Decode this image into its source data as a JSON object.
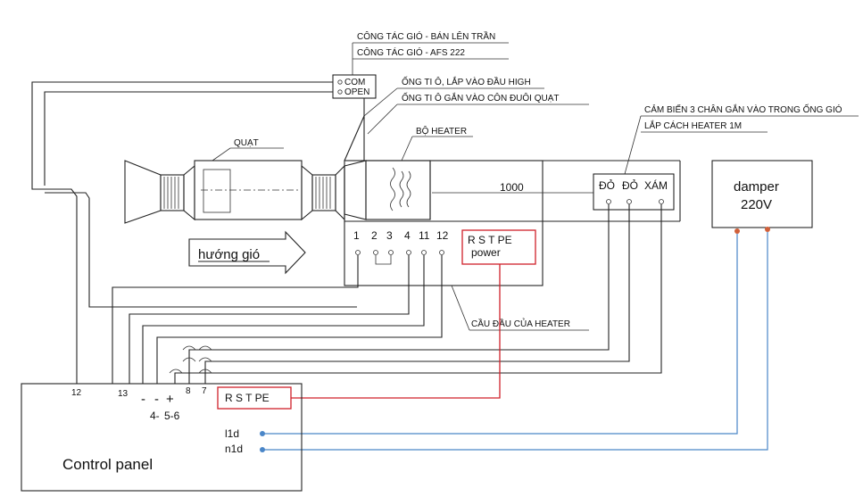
{
  "labels": {
    "cong_tac_ban": "CÔNG TÁC GIÓ - BÁN LÊN TRẦN",
    "cong_tac_afs": "CÔNG TÁC GIÓ - AFS 222",
    "com": "COM",
    "open": "OPEN",
    "ong_ti_o_high": "ỐNG TI Ô, LẮP VÀO ĐẦU HIGH",
    "ong_ti_o_con": "ỐNG TI Ô GẮN VÀO CÔN ĐUÔI QUẠT",
    "quat": "QUẠT",
    "bo_heater": "BỘ HEATER",
    "cam_bien_1": "CẢM BIẾN 3 CHÂN GẮN VÀO TRONG ỐNG GIÓ",
    "cam_bien_2": "LẮP CÁCH HEATER 1M",
    "distance": "1000",
    "do1": "ĐỎ",
    "do2": "ĐỎ",
    "xam": "XÁM",
    "damper_1": "damper",
    "damper_2": "220V",
    "huong_gio": "hướng gió",
    "rstpe_power_1": "R S T PE",
    "rstpe_power_2": "power",
    "cau_dau": "CẦU ĐẦU CỦA HEATER",
    "panel_rstpe": "R S T PE",
    "control_panel": "Control panel",
    "l1d": "l1d",
    "n1d": "n1d",
    "minus1": "-",
    "minus2": "-",
    "plus": "+",
    "t4": "4-",
    "t56": "5-6",
    "t12": "12",
    "t13": "13",
    "t8": "8",
    "t7": "7"
  },
  "heater_terminals": [
    "1",
    "2",
    "3",
    "4",
    "11",
    "12"
  ],
  "colors": {
    "power_wire": "#d0202a",
    "damper_wire": "#4a86c8",
    "line": "#222222"
  }
}
